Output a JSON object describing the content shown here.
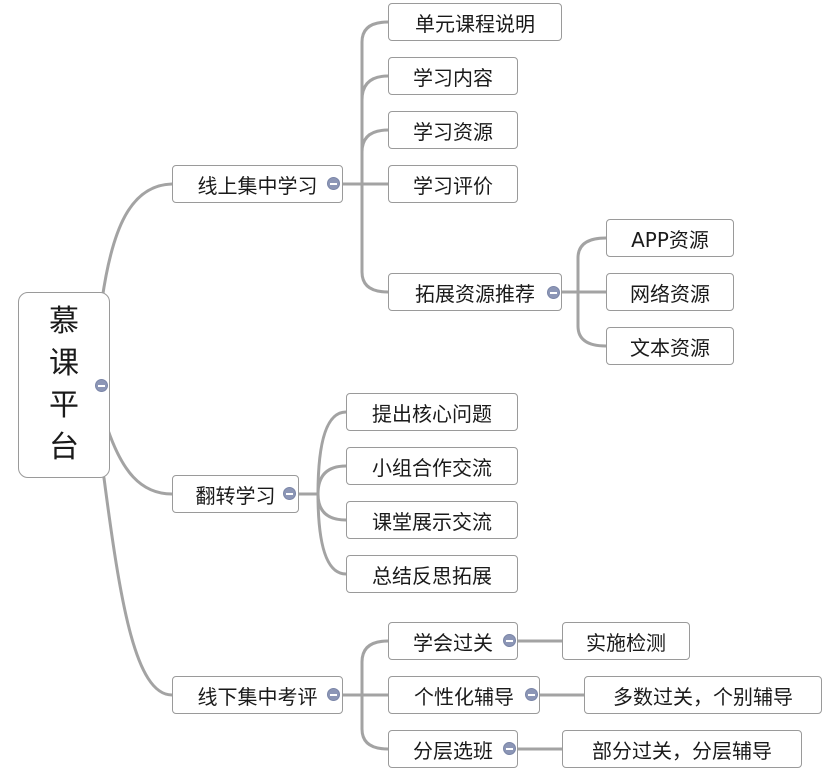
{
  "root": {
    "title": "慕课平台",
    "chars": [
      "慕",
      "课",
      "平",
      "台"
    ]
  },
  "branches": [
    {
      "label": "线上集中学习",
      "children": [
        {
          "label": "单元课程说明"
        },
        {
          "label": "学习内容"
        },
        {
          "label": "学习资源"
        },
        {
          "label": "学习评价"
        },
        {
          "label": "拓展资源推荐",
          "children": [
            {
              "label": "APP资源"
            },
            {
              "label": "网络资源"
            },
            {
              "label": "文本资源"
            }
          ]
        }
      ]
    },
    {
      "label": "翻转学习",
      "children": [
        {
          "label": "提出核心问题"
        },
        {
          "label": "小组合作交流"
        },
        {
          "label": "课堂展示交流"
        },
        {
          "label": "总结反思拓展"
        }
      ]
    },
    {
      "label": "线下集中考评",
      "children": [
        {
          "label": "学会过关",
          "children": [
            {
              "label": "实施检测"
            }
          ]
        },
        {
          "label": "个性化辅导",
          "children": [
            {
              "label": "多数过关，个别辅导"
            }
          ]
        },
        {
          "label": "分层选班",
          "children": [
            {
              "label": "部分过关，分层辅导"
            }
          ]
        }
      ]
    }
  ],
  "colors": {
    "connector": "#a3a3a3",
    "border": "#9a9a9a",
    "toggle": "#8c96b6",
    "text": "#1a1a1a"
  },
  "icons": {
    "collapse": "collapse-minus-icon"
  }
}
